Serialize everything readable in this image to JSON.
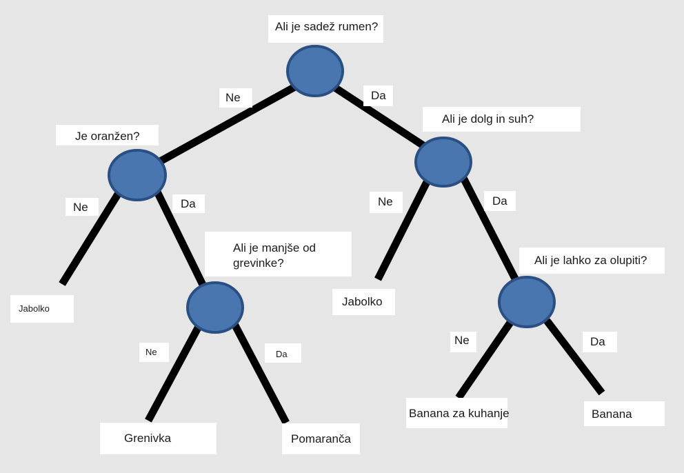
{
  "colors": {
    "background": "#e6e6e6",
    "node_fill": "#4a76b0",
    "node_stroke": "#2a4f82",
    "edge": "#000000",
    "label_bg": "#ffffff"
  },
  "questions": {
    "root": "Ali je sadež rumen?",
    "orange": "Je oranžen?",
    "smaller": "Ali je manjše od grevinke?",
    "long_dry": "Ali je dolg in suh?",
    "peelable": "Ali je lahko za olupiti?"
  },
  "branches": {
    "root_no": "Ne",
    "root_yes": "Da",
    "orange_no": "Ne",
    "orange_yes": "Da",
    "smaller_no": "Ne",
    "smaller_yes": "Da",
    "long_no": "Ne",
    "long_yes": "Da",
    "peel_no": "Ne",
    "peel_yes": "Da"
  },
  "leaves": {
    "apple_left": "Jabolko",
    "grapefruit": "Grenivka",
    "orange_fruit": "Pomaranča",
    "apple_right": "Jabolko",
    "cooking_banana": "Banana za kuhanje",
    "banana": "Banana"
  }
}
